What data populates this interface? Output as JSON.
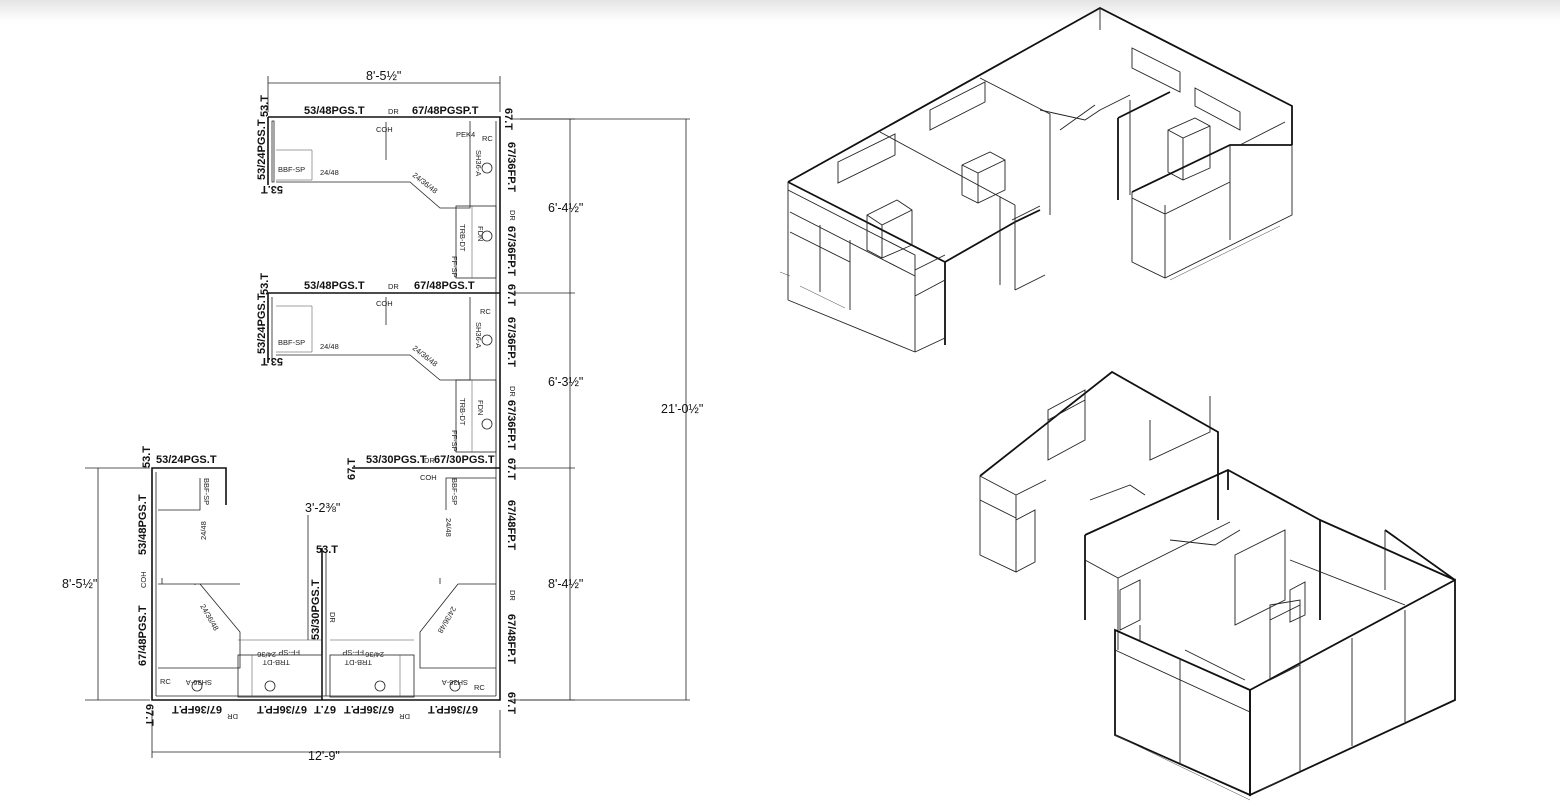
{
  "plan": {
    "dims": {
      "top_width": "8'-5½\"",
      "seg1": "6'-4½\"",
      "seg2": "6'-3½\"",
      "seg3": "8'-4½\"",
      "overall_height": "21'-0½\"",
      "left_height": "8'-5½\"",
      "bottom_width": "12'-9\"",
      "opening": "3'-2⅜\""
    },
    "top_labels": [
      "53/48PGS.T",
      "67/48PGSP.T",
      "53/48PGS.T",
      "67/48PGS.T",
      "53/24PGS.T",
      "53/30PGS.T",
      "67/30PGS.T"
    ],
    "side_labels": [
      "53/24PGS.T",
      "53/24PGS.T",
      "53/48PGS.T",
      "67/48PGS.T",
      "53/30PGS.T",
      "67/36FP.T",
      "67/36FP.T",
      "67/36FP.T",
      "67/36FP.T",
      "67/48FP.T",
      "67/48FP.T"
    ],
    "bottom_labels": [
      "67/36FP.T",
      "67/36FP.T",
      "67/36FP.T",
      "67/36FP.T"
    ],
    "post_labels": [
      "53.T",
      "53.T",
      "53.T",
      "53.T",
      "53.T",
      "67.T",
      "67.T",
      "67.T",
      "67.T",
      "67.T",
      "53.T",
      "67.T",
      "67.T"
    ],
    "small_labels": {
      "dr": "DR",
      "coh": "COH",
      "rc": "RC",
      "bbf": "BBF-SP",
      "w2448": "24/48",
      "w243648": "24/36/48",
      "shelf": "SH36-A",
      "pek": "PEK4",
      "trb": "TRB-DT",
      "ff": "FF-SP",
      "w2436": "24/36",
      "fdn": "FDN"
    }
  },
  "colors": {
    "line": "#111111",
    "background": "#ffffff"
  }
}
